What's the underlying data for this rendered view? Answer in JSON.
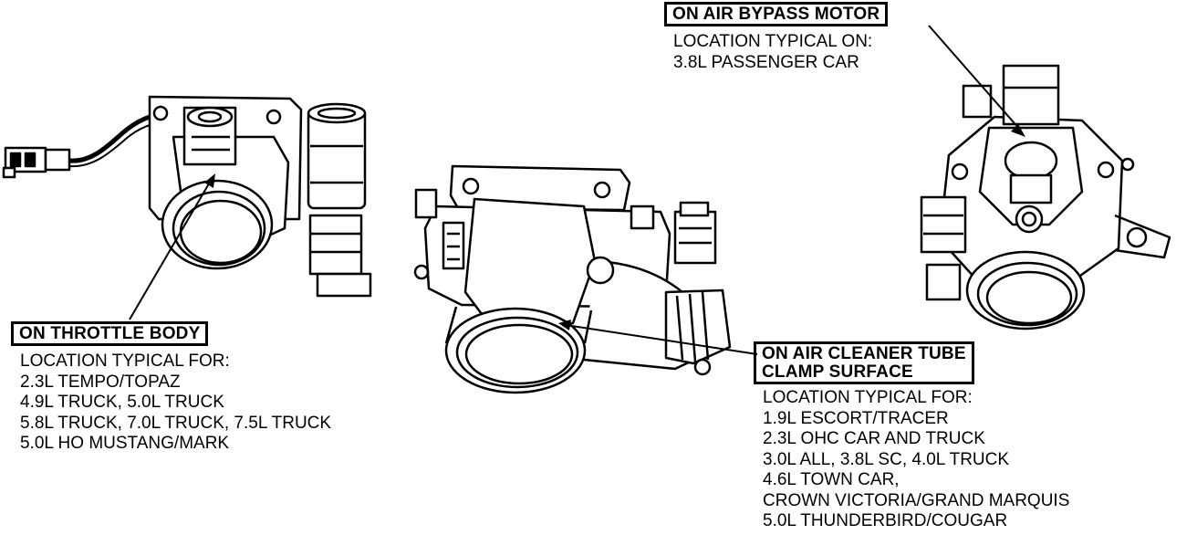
{
  "callouts": {
    "bypass": {
      "heading": [
        "ON AIR BYPASS MOTOR"
      ],
      "lines": [
        "LOCATION TYPICAL ON:",
        "3.8L PASSENGER CAR"
      ]
    },
    "throttle": {
      "heading": [
        "ON THROTTLE BODY"
      ],
      "lines": [
        "LOCATION TYPICAL FOR:",
        "2.3L TEMPO/TOPAZ",
        "4.9L TRUCK, 5.0L TRUCK",
        "5.8L TRUCK, 7.0L TRUCK, 7.5L TRUCK",
        "5.0L HO MUSTANG/MARK"
      ]
    },
    "cleaner": {
      "heading": [
        "ON AIR CLEANER TUBE",
        "CLAMP SURFACE"
      ],
      "lines": [
        "LOCATION TYPICAL FOR:",
        "1.9L ESCORT/TRACER",
        "2.3L OHC CAR AND TRUCK",
        "3.0L ALL, 3.8L SC, 4.0L TRUCK",
        "4.6L TOWN CAR,",
        "CROWN VICTORIA/GRAND MARQUIS",
        "5.0L THUNDERBIRD/COUGAR"
      ]
    }
  }
}
